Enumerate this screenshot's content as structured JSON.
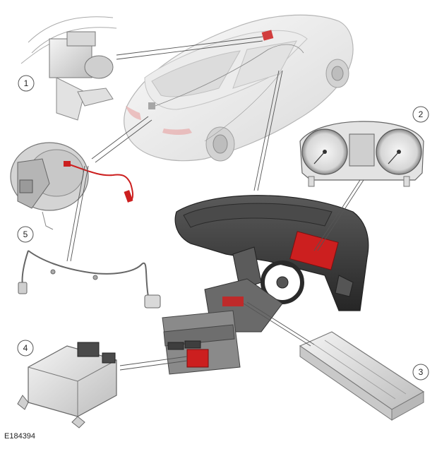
{
  "diagram": {
    "reference_code": "E184394",
    "callouts": [
      {
        "id": "1",
        "label": "1",
        "icon": "abs-module-icon"
      },
      {
        "id": "2",
        "label": "2",
        "icon": "instrument-cluster-icon"
      },
      {
        "id": "3",
        "label": "3",
        "icon": "control-module-icon"
      },
      {
        "id": "4",
        "label": "4",
        "icon": "restraints-module-icon"
      },
      {
        "id": "5",
        "label": "5",
        "icon": "wheel-speed-sensor-icon"
      }
    ],
    "colors": {
      "line": "#555555",
      "component_fill": "#e6e6e6",
      "component_stroke": "#6a6a6a",
      "highlight": "#cc1f1f",
      "car_body": "#f2f2f2",
      "dash_dark": "#3a3a3a"
    }
  }
}
